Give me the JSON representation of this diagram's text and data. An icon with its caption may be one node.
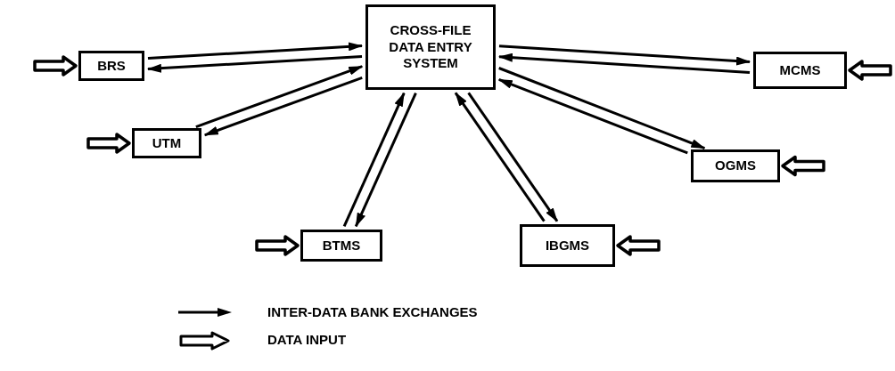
{
  "diagram": {
    "nodes": [
      {
        "text": [
          "CROSS-FILE DATA ENTRY SYSTEM"
        ]
      },
      {
        "text": [
          "BRS"
        ]
      },
      {
        "text": [
          "MCMS"
        ]
      },
      {
        "text": [
          "UTM"
        ]
      },
      {
        "text": [
          "OGMS"
        ]
      },
      {
        "text": [
          "BTMS"
        ]
      },
      {
        "text": [
          "IBGMS"
        ]
      }
    ],
    "edges": [
      {
        "from": 1,
        "to": 0,
        "arrow": "to"
      },
      {
        "from": 0,
        "to": 1,
        "arrow": "to"
      },
      {
        "from": 0,
        "to": 2,
        "arrow": "to"
      },
      {
        "from": 2,
        "to": 0,
        "arrow": "to"
      },
      {
        "from": 3,
        "to": 0,
        "arrow": "to"
      },
      {
        "from": 0,
        "to": 3,
        "arrow": "to"
      },
      {
        "from": 4,
        "to": 0,
        "arrow": "to"
      },
      {
        "from": 0,
        "to": 4,
        "arrow": "to"
      },
      {
        "from": 5,
        "to": 0,
        "arrow": "to"
      },
      {
        "from": 0,
        "to": 5,
        "arrow": "to"
      },
      {
        "from": 6,
        "to": 0,
        "arrow": "to"
      },
      {
        "from": 0,
        "to": 6,
        "arrow": "to"
      },
      {
        "from": null,
        "to": 1,
        "arrow": "to",
        "style": "thick"
      },
      {
        "from": null,
        "to": 2,
        "arrow": "to",
        "style": "thick"
      },
      {
        "from": null,
        "to": 3,
        "arrow": "to",
        "style": "thick"
      },
      {
        "from": null,
        "to": 4,
        "arrow": "to",
        "style": "thick"
      },
      {
        "from": null,
        "to": 5,
        "arrow": "to",
        "style": "thick"
      },
      {
        "from": null,
        "to": 6,
        "arrow": "to",
        "style": "thick"
      }
    ],
    "legend": [
      {
        "text": "INTER-DATA BANK EXCHANGES"
      },
      {
        "text": "DATA INPUT"
      }
    ]
  }
}
